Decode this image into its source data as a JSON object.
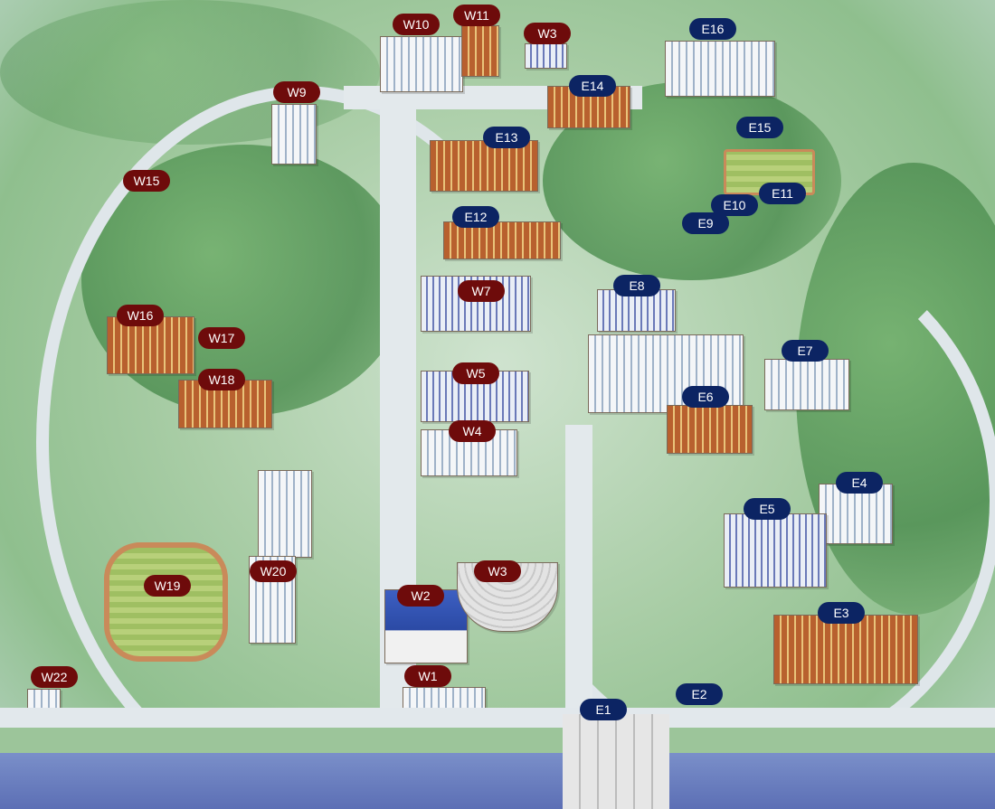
{
  "colors": {
    "west_marker": "#6e0b0b",
    "east_marker": "#0c2463",
    "water": "#5c6fb5"
  },
  "markers": {
    "W10": "W10",
    "W11": "W11",
    "W3a": "W3",
    "E16": "E16",
    "E14": "E14",
    "W9": "W9",
    "E13": "E13",
    "E15": "E15",
    "W15": "W15",
    "E11": "E11",
    "E10": "E10",
    "E9": "E9",
    "E12": "E12",
    "W7": "W7",
    "E8": "E8",
    "W16": "W16",
    "W17": "W17",
    "W18": "W18",
    "E7": "E7",
    "W5": "W5",
    "E6": "E6",
    "W4": "W4",
    "E4": "E4",
    "E5": "E5",
    "W3b": "W3",
    "W20": "W20",
    "W19": "W19",
    "W2": "W2",
    "E3": "E3",
    "W22": "W22",
    "W1": "W1",
    "E2": "E2",
    "E1": "E1"
  }
}
